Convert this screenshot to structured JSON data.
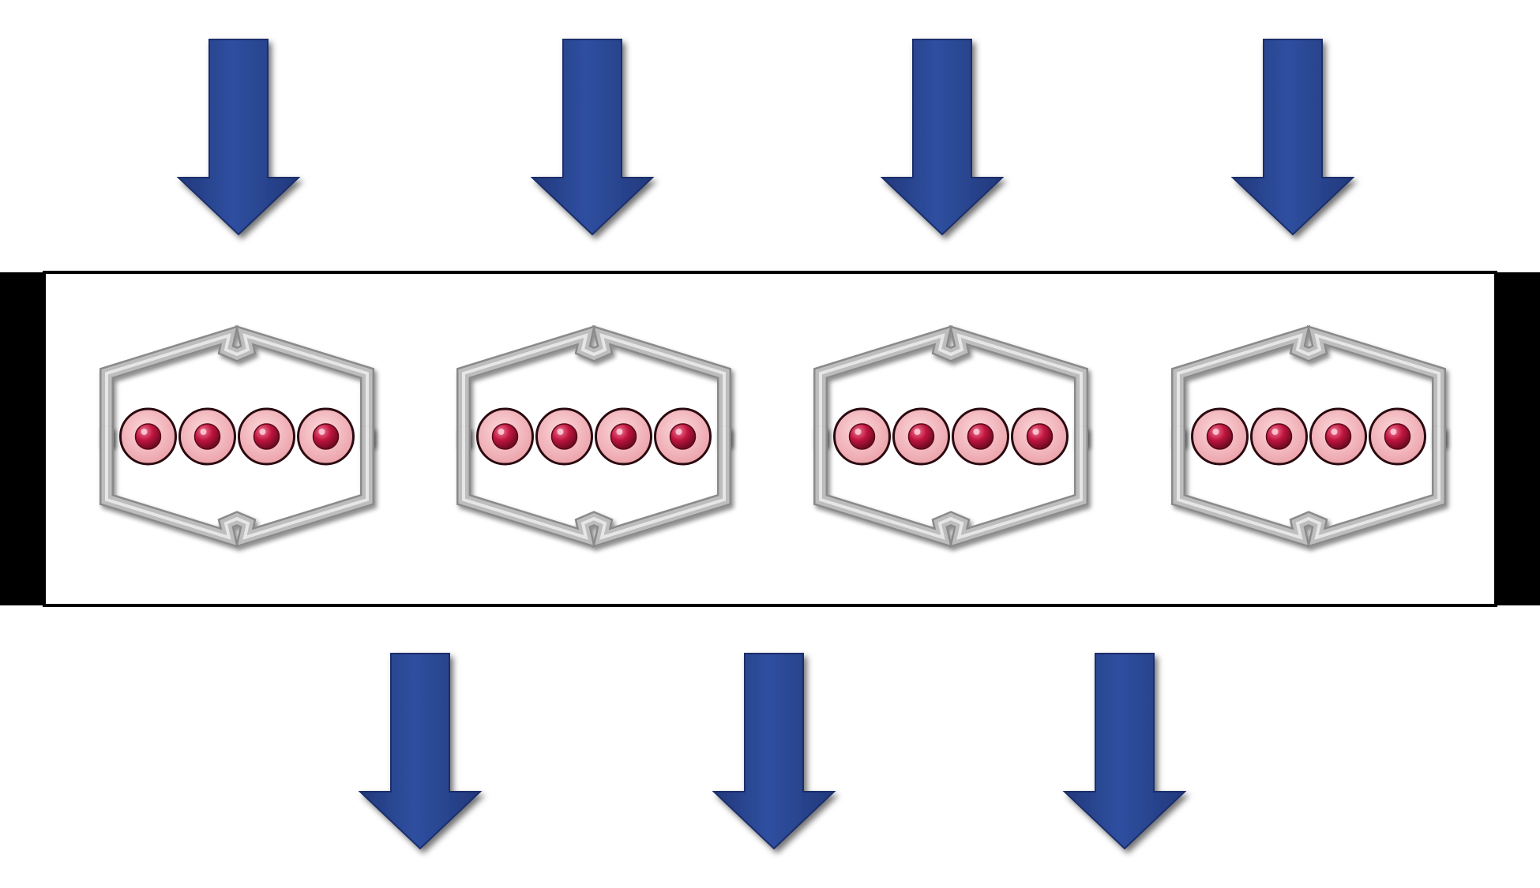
{
  "diagram": {
    "arrows_in_count": 4,
    "cages_count": 4,
    "beads_per_cage": 4,
    "arrows_out_count": 3,
    "colors": {
      "arrow_fill": "#2b4896",
      "arrow_edge": "#1a2f6b",
      "band_border": "#000000",
      "band_fill": "#ffffff",
      "band_caps": "#000000",
      "cage_stroke": "#bdbdbd",
      "cage_highlight": "#e6e6e6",
      "bead_outer": "#f2b8be",
      "bead_outer_edge": "#2a0a10",
      "bead_core": "#c0153f"
    },
    "icons": {
      "arrow": "down-arrow-icon",
      "cage": "cage-icon",
      "bead": "particle-icon"
    }
  }
}
